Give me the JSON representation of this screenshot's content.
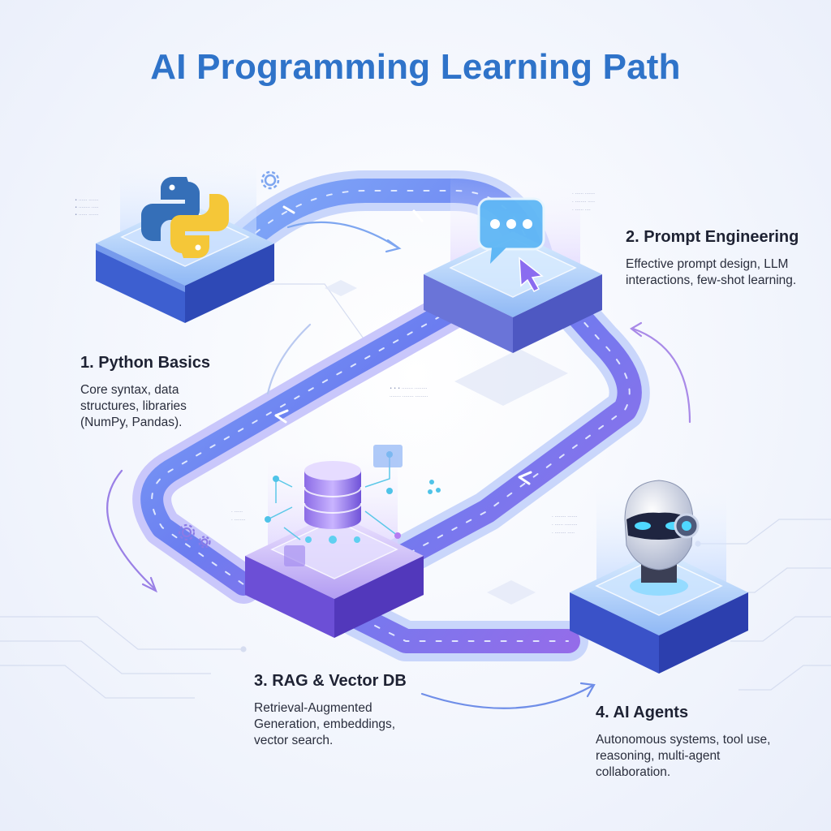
{
  "title": "AI Programming Learning Path",
  "steps": [
    {
      "title": "1. Python Basics",
      "description": "Core syntax, data structures, libraries (NumPy, Pandas).",
      "icon": "python-logo-icon"
    },
    {
      "title": "2. Prompt Engineering",
      "description": "Effective prompt design, LLM interactions, few-shot learning.",
      "icon": "chat-bubble-cursor-icon"
    },
    {
      "title": "3. RAG & Vector DB",
      "description": "Retrieval-Augmented Generation, embeddings, vector search.",
      "icon": "database-network-icon"
    },
    {
      "title": "4. AI Agents",
      "description": "Autonomous systems, tool use, reasoning, multi-agent collaboration.",
      "icon": "robot-head-icon"
    }
  ],
  "colors": {
    "title": "#2f73c9",
    "path_blue": "#5b8ff0",
    "path_purple": "#8a63e6",
    "platform_blue": "#3f63d6",
    "platform_purple": "#7c5ce0"
  }
}
